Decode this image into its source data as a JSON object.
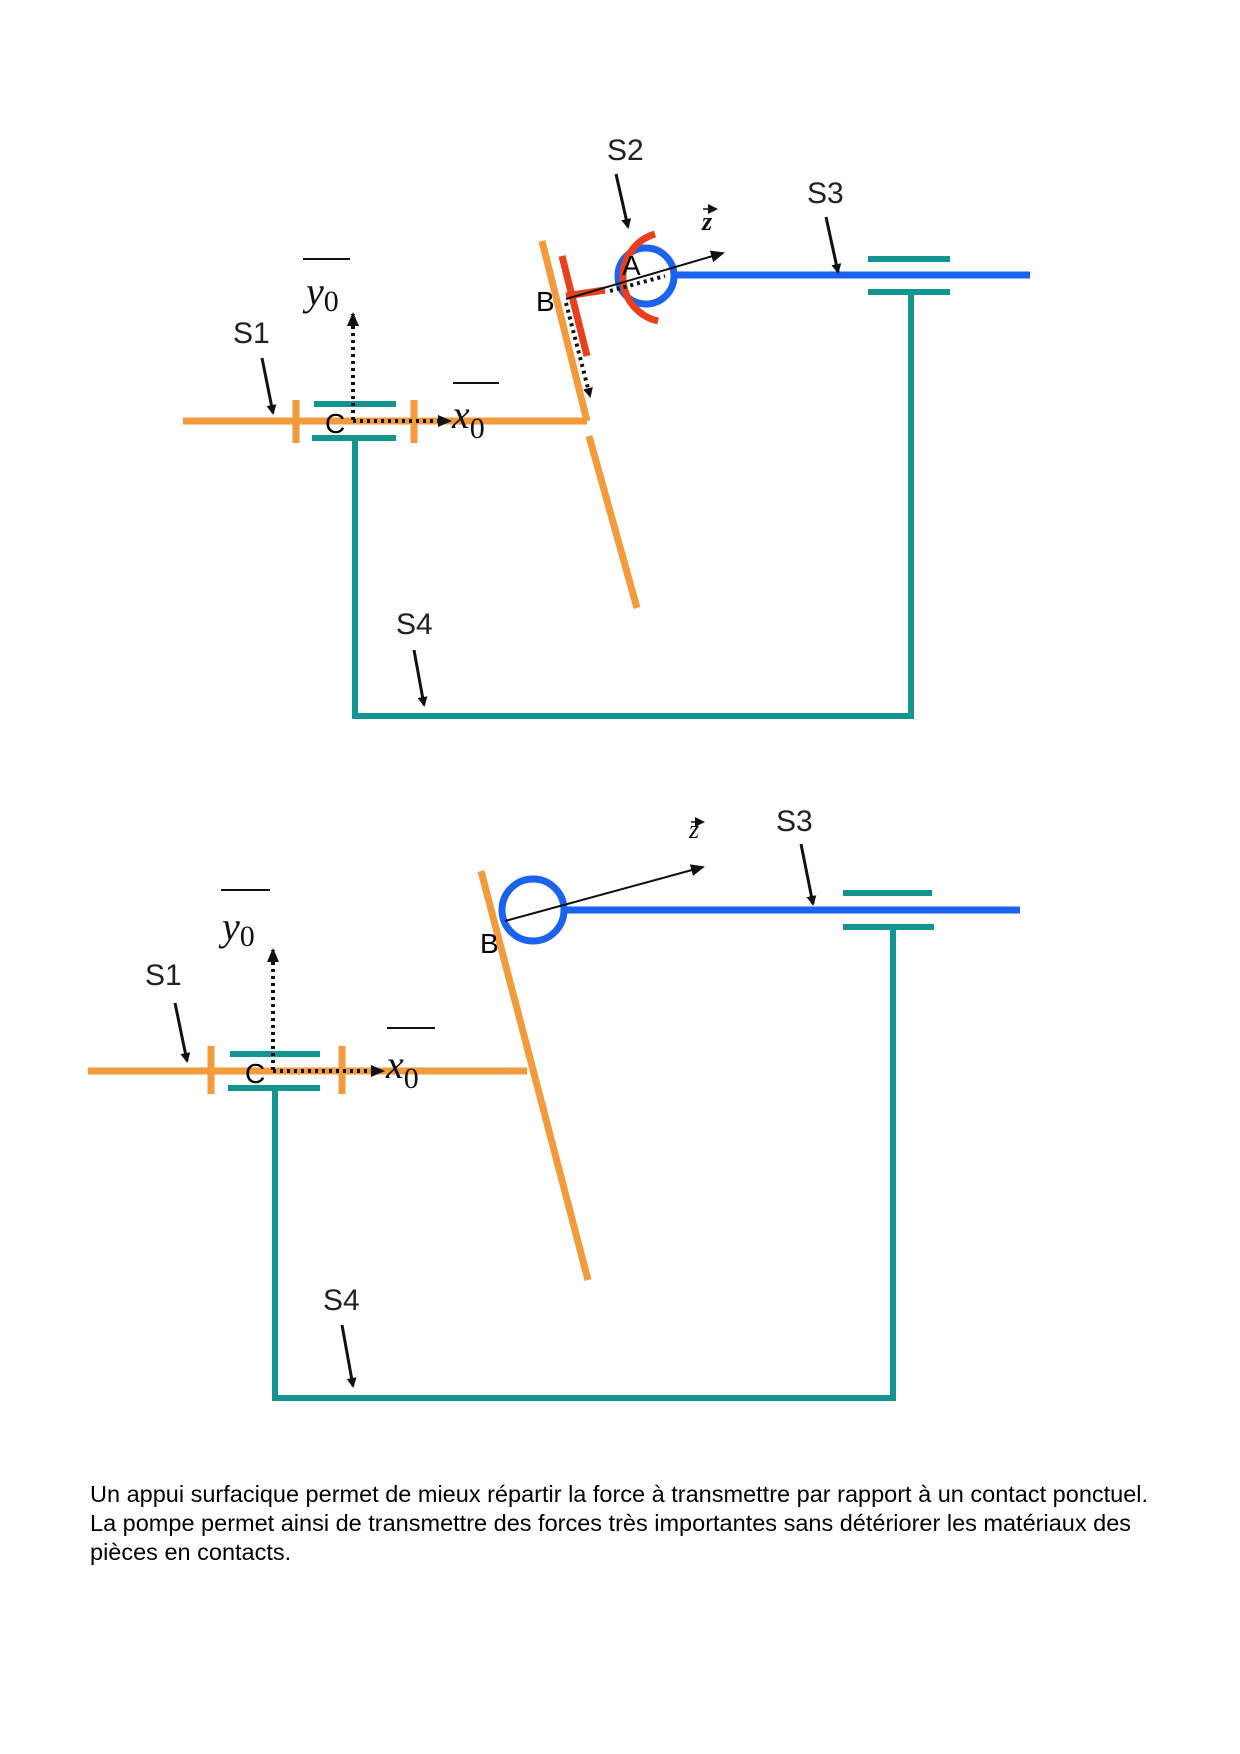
{
  "colors": {
    "s1_orange": "#f39a3a",
    "s2_red": "#e8401c",
    "s3_blue": "#1a63f0",
    "s4_teal": "#129591",
    "arrow_black": "#111111"
  },
  "diagram_top": {
    "labels": {
      "s1": "S1",
      "s2": "S2",
      "s3": "S3",
      "s4": "S4"
    },
    "points": {
      "a": "A",
      "b": "B",
      "c": "C"
    },
    "vectors": {
      "y0_main": "y",
      "y0_sub": "0",
      "x0_main": "x",
      "x0_sub": "0",
      "z": "z"
    }
  },
  "diagram_bottom": {
    "labels": {
      "s1": "S1",
      "s3": "S3",
      "s4": "S4"
    },
    "points": {
      "b": "B",
      "c": "C"
    },
    "vectors": {
      "y0_main": "y",
      "y0_sub": "0",
      "x0_main": "x",
      "x0_sub": "0",
      "z": "z"
    }
  },
  "caption": {
    "line1": "Un appui surfacique permet de mieux répartir la force à transmettre par rapport à un contact ponctuel.",
    "line2": "La pompe permet ainsi de transmettre des forces très importantes sans détériorer les matériaux des pièces en contacts."
  }
}
